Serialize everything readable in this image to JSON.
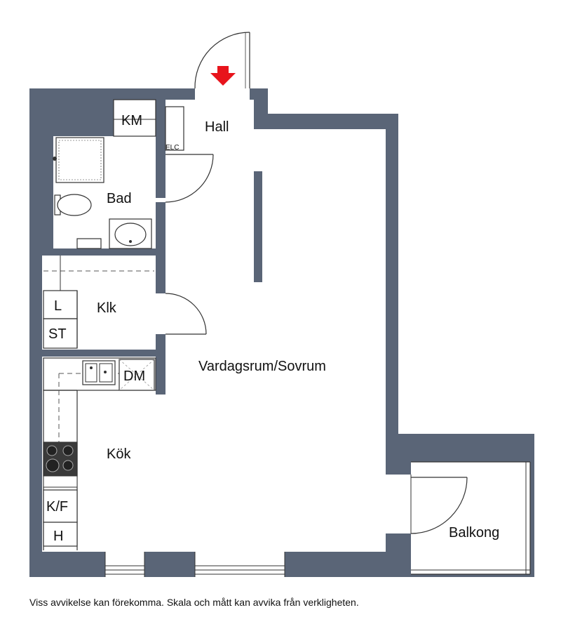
{
  "rooms": {
    "hall": "Hall",
    "bad": "Bad",
    "klk": "Klk",
    "vardagsrum": "Vardagsrum/Sovrum",
    "kok": "Kök",
    "balkong": "Balkong"
  },
  "fixtures": {
    "km": "KM",
    "elc": "ELC",
    "l": "L",
    "st": "ST",
    "dm": "DM",
    "kf": "K/F",
    "h": "H"
  },
  "footer": {
    "disclaimer": "Viss avvikelse kan förekomma. Skala och mått kan avvika från verkligheten."
  },
  "colors": {
    "wall": "#5a6577",
    "entrance_arrow": "#e8141c"
  }
}
